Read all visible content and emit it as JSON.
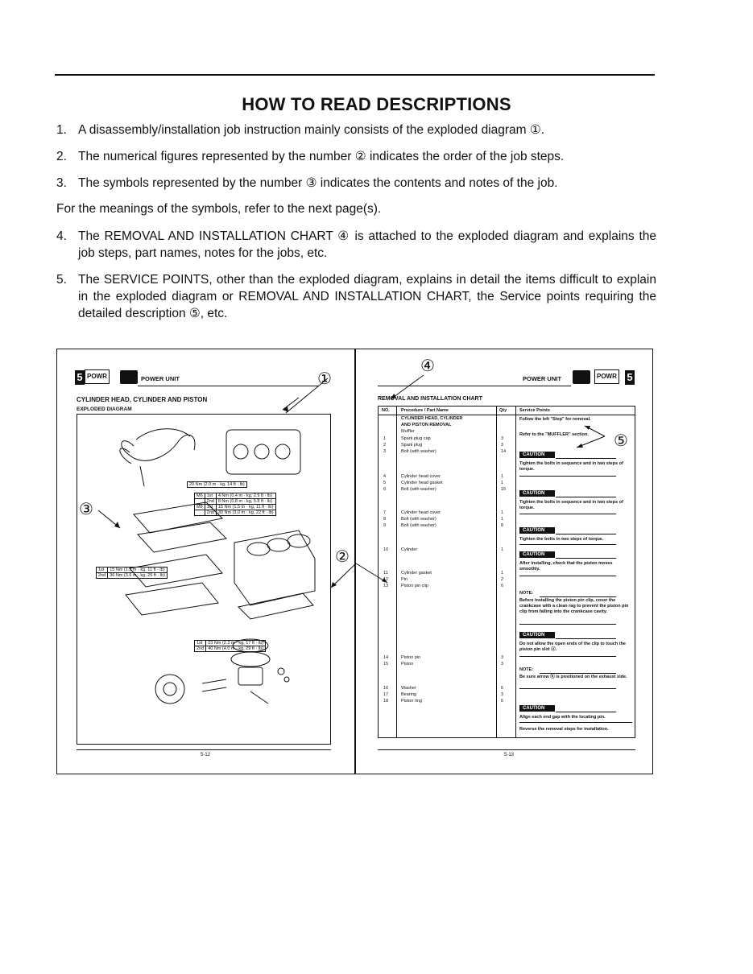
{
  "page": {
    "title": "HOW TO READ DESCRIPTIONS",
    "items": [
      {
        "num": "1.",
        "text": "A disassembly/installation job instruction mainly consists of the exploded diagram ①."
      },
      {
        "num": "2.",
        "text": "The numerical figures represented by the number ② indicates the order of the job steps."
      },
      {
        "num": "3.",
        "text": "The symbols represented by the number ③ indicates the contents and notes of the job."
      },
      {
        "num": "4.",
        "text": "The REMOVAL AND INSTALLATION CHART ④ is attached to the exploded diagram and explains the job steps, part names, notes for the jobs, etc."
      },
      {
        "num": "5.",
        "text": "The SERVICE POINTS, other than the exploded diagram, explains in detail the items difficult to explain in the exploded diagram or REMOVAL AND INSTALLATION CHART, the Service points requiring the detailed description ⑤, etc."
      }
    ],
    "note": "For the meanings of the symbols, refer to the next page(s)."
  },
  "figure": {
    "left": {
      "tab_num": "5",
      "tab_text": "POWR",
      "section": "POWER UNIT",
      "heading": "CYLINDER HEAD, CYLINDER AND PISTON",
      "subheading": "EXPLODED DIAGRAM",
      "callout1": "①",
      "callout3": "③",
      "torque_main": "20 Nm (2.0 m · kg, 14 ft · lb)",
      "torque_table": [
        [
          "M6",
          "1st",
          "4 Nm (0.4 m · kg, 2.9 ft · lb)"
        ],
        [
          "",
          "2nd",
          "8 Nm (0.8 m · kg, 5.8 ft · lb)"
        ],
        [
          "M8",
          "1st",
          "15 Nm (1.5 m · kg, 11 ft · lb)"
        ],
        [
          "",
          "2nd",
          "30 Nm (3.0 m · kg, 22 ft · lb)"
        ]
      ],
      "torque_left": [
        [
          "1st",
          "15 Nm (1.5 m · kg, 11 ft · lb)"
        ],
        [
          "2nd",
          "36 Nm (3.6 m · kg, 25 ft · lb)"
        ]
      ],
      "torque_bottom": [
        [
          "1st",
          "23 Nm (2.3 m · kg, 17 ft · lb)"
        ],
        [
          "2nd",
          "40 Nm (4.0 m · kg, 29 ft · lb)"
        ]
      ],
      "page_no": "5-12"
    },
    "right": {
      "tab_num": "5",
      "tab_text": "POWR",
      "section": "POWER UNIT",
      "heading": "REMOVAL AND INSTALLATION CHART",
      "callout4": "④",
      "callout2": "②",
      "callout5": "⑤",
      "col_no": "NO.",
      "col_proc": "Procedure / Part Name",
      "col_qty": "Qty",
      "col_sp": "Service Points",
      "rows": [
        {
          "no": "",
          "name": "CYLINDER HEAD, CYLINDER",
          "qty": ""
        },
        {
          "no": "",
          "name": "AND PISTON REMOVAL",
          "qty": ""
        },
        {
          "no": "",
          "name": "Muffler",
          "qty": ""
        },
        {
          "no": "1",
          "name": "Spark plug cap",
          "qty": "3"
        },
        {
          "no": "2",
          "name": "Spark plug",
          "qty": "3"
        },
        {
          "no": "3",
          "name": "Bolt (with washer)",
          "qty": "14"
        },
        {
          "no": "4",
          "name": "Cylinder head cover",
          "qty": "1"
        },
        {
          "no": "5",
          "name": "Cylinder head gasket",
          "qty": "1"
        },
        {
          "no": "6",
          "name": "Bolt (with washer)",
          "qty": "15"
        },
        {
          "no": "7",
          "name": "Cylinder head cover",
          "qty": "1"
        },
        {
          "no": "8",
          "name": "Bolt (with washer)",
          "qty": "1"
        },
        {
          "no": "9",
          "name": "Bolt (with washer)",
          "qty": "8"
        },
        {
          "no": "10",
          "name": "Cylinder",
          "qty": "1"
        },
        {
          "no": "11",
          "name": "Cylinder gasket",
          "qty": "1"
        },
        {
          "no": "12",
          "name": "Pin",
          "qty": "2"
        },
        {
          "no": "13",
          "name": "Piston pin clip",
          "qty": "6"
        },
        {
          "no": "14",
          "name": "Piston pin",
          "qty": "3"
        },
        {
          "no": "15",
          "name": "Piston",
          "qty": "3"
        },
        {
          "no": "16",
          "name": "Washer",
          "qty": "6"
        },
        {
          "no": "17",
          "name": "Bearing",
          "qty": "3"
        },
        {
          "no": "18",
          "name": "Piston ring",
          "qty": "6"
        }
      ],
      "sp_follow": "Follow the left \"Step\" for removal.",
      "sp_refer": "Refer to the \"MUFFLER\" section.",
      "caution": "CAUTION",
      "note": "NOTE:",
      "sp1": "Tighten the bolts in sequence and in two steps of torque.",
      "sp2": "Tighten the bolts in sequence and in two steps of torque.",
      "sp3": "Tighten the bolts in two steps of torque.",
      "sp4": "After installing, check that the piston moves smoothly.",
      "sp5": "Before installing the piston pin clip, cover the crankcase with a clean rag to prevent the piston pin clip from falling into the crankcase cavity.",
      "sp6": "Do not allow the open ends of the clip to touch the piston pin slot ⓐ.",
      "sp7": "Be sure arrow ⓑ is positioned on the exhaust side.",
      "sp8": "Align each end gap with the locating pin.",
      "sp9": "Reverse the removal steps for installation.",
      "page_no": "5-13"
    }
  }
}
